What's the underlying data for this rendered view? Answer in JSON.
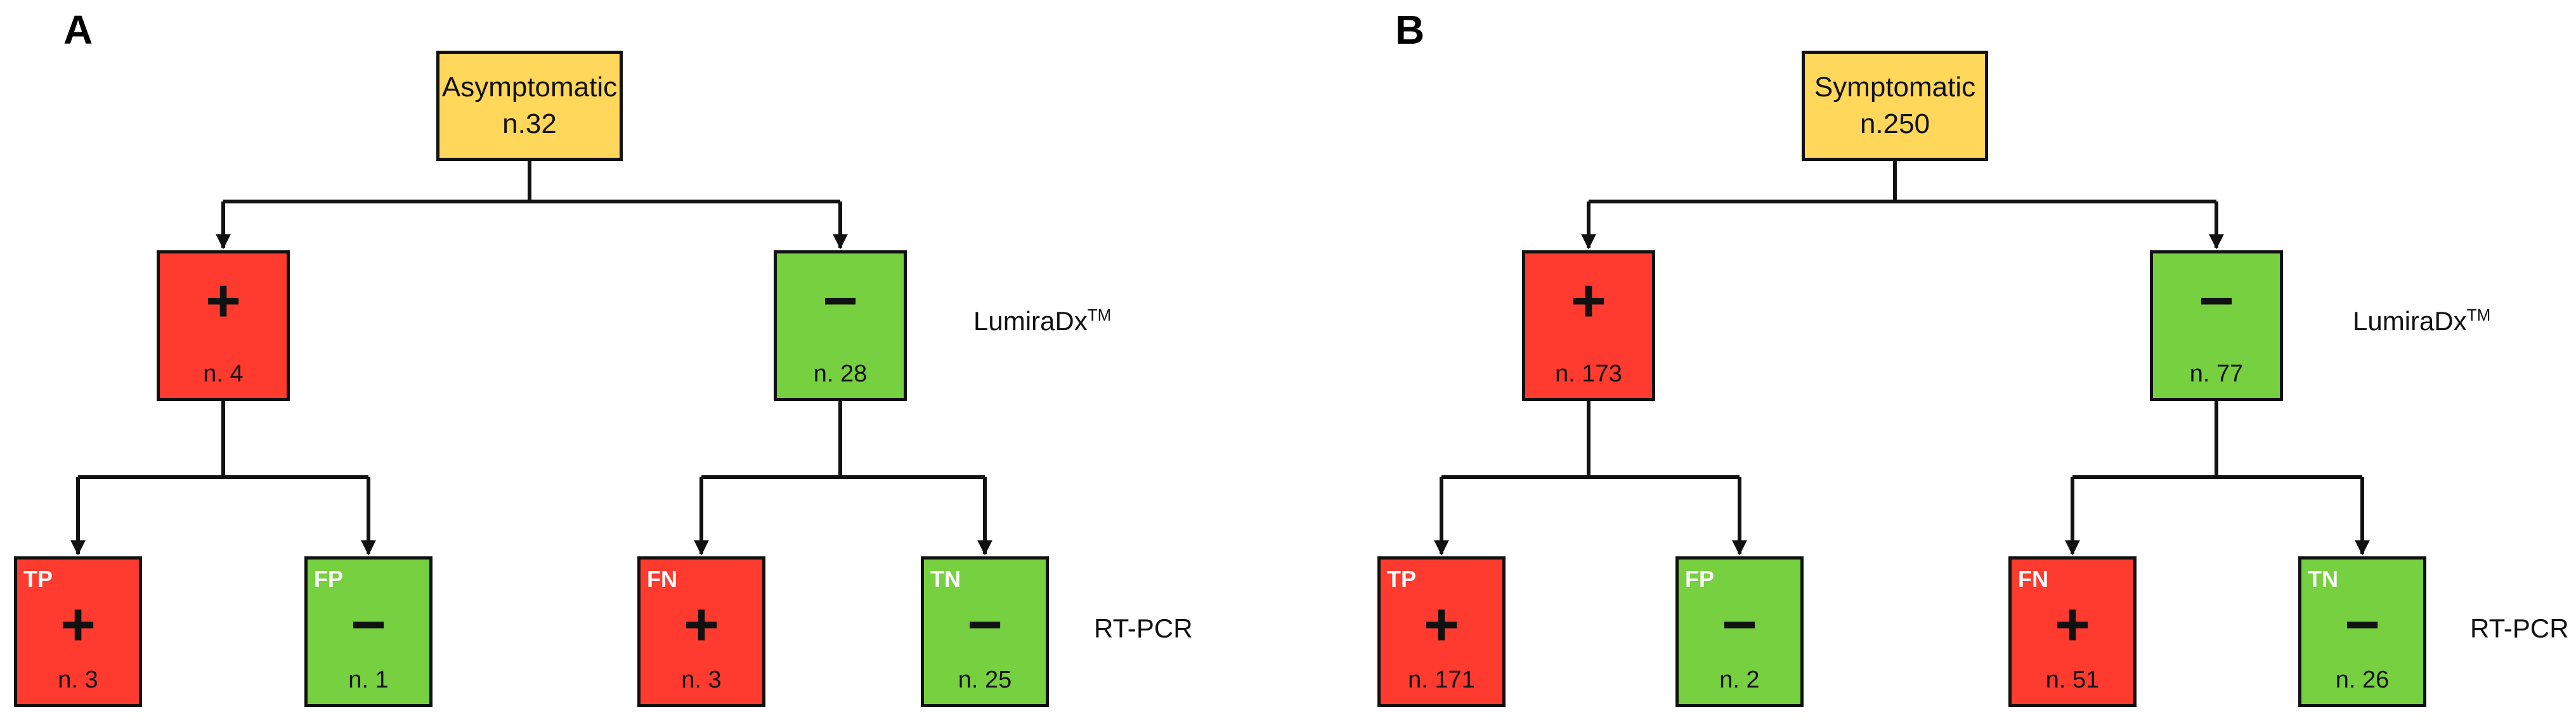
{
  "panels": [
    {
      "letter": "A",
      "root": {
        "line1": "Asymptomatic",
        "line2": "n.32"
      },
      "test_label": "LumiraDx",
      "test_sup": "TM",
      "ref_label": "RT-PCR",
      "level1": [
        {
          "sign": "+",
          "count": "n. 4"
        },
        {
          "sign": "−",
          "count": "n. 28"
        }
      ],
      "level2": [
        {
          "tag": "TP",
          "sign": "+",
          "count": "n. 3"
        },
        {
          "tag": "FP",
          "sign": "−",
          "count": "n. 1"
        },
        {
          "tag": "FN",
          "sign": "+",
          "count": "n. 3"
        },
        {
          "tag": "TN",
          "sign": "−",
          "count": "n. 25"
        }
      ]
    },
    {
      "letter": "B",
      "root": {
        "line1": "Symptomatic",
        "line2": "n.250"
      },
      "test_label": "LumiraDx",
      "test_sup": "TM",
      "ref_label": "RT-PCR",
      "level1": [
        {
          "sign": "+",
          "count": "n. 173"
        },
        {
          "sign": "−",
          "count": "n. 77"
        }
      ],
      "level2": [
        {
          "tag": "TP",
          "sign": "+",
          "count": "n. 171"
        },
        {
          "tag": "FP",
          "sign": "−",
          "count": "n. 2"
        },
        {
          "tag": "FN",
          "sign": "+",
          "count": "n. 51"
        },
        {
          "tag": "TN",
          "sign": "−",
          "count": "n. 26"
        }
      ]
    }
  ],
  "colors": {
    "positive": "#ff3a2e",
    "negative": "#77d03f",
    "root": "#ffd75a",
    "tag_text": "#ffffff"
  }
}
